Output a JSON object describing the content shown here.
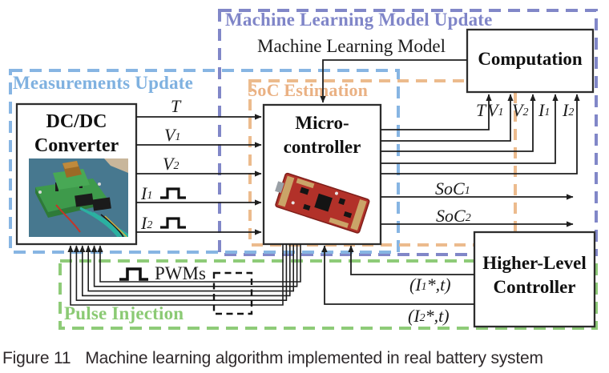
{
  "figure": {
    "caption_tag": "Figure 11",
    "caption_text": "Machine learning algorithm implemented in real battery system"
  },
  "groups": {
    "ml_update": {
      "label": "Machine Learning Model Update",
      "color": "#7f85c8"
    },
    "measurements_update": {
      "label": "Measurements Update",
      "color": "#7fb1e0"
    },
    "soc_estimation": {
      "label": "SoC Estimation",
      "color": "#eab183"
    },
    "pulse_injection": {
      "label": "Pulse Injection",
      "color": "#8bca74"
    }
  },
  "blocks": {
    "dcdc": {
      "line1": "DC/DC",
      "line2": "Converter"
    },
    "microcontroller": {
      "line1": "Micro-",
      "line2": "controller"
    },
    "computation": {
      "label": "Computation"
    },
    "higher_level": {
      "line1": "Higher-Level",
      "line2": "Controller"
    }
  },
  "signals": {
    "ml_model": "Machine Learning Model",
    "measurements": [
      {
        "base": "T",
        "sub": ""
      },
      {
        "base": "V",
        "sub": "1"
      },
      {
        "base": "V",
        "sub": "2"
      },
      {
        "base": "I",
        "sub": "1"
      },
      {
        "base": "I",
        "sub": "2"
      }
    ],
    "soc_outputs": [
      {
        "base": "SoC",
        "sub": "1"
      },
      {
        "base": "SoC",
        "sub": "2"
      }
    ],
    "setpoints": [
      {
        "pre": "(I",
        "sub": "1",
        "post": "*,t)"
      },
      {
        "pre": "(I",
        "sub": "2",
        "post": "*,t)"
      }
    ],
    "pwm_label": "PWMs",
    "wire_color": "#1f1f1f"
  }
}
